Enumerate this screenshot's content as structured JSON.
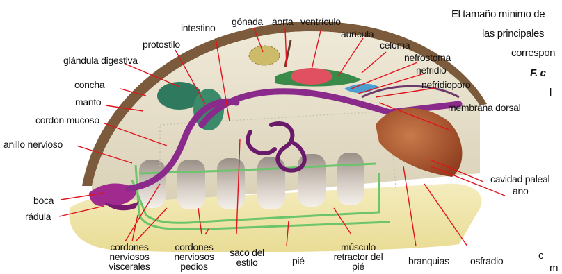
{
  "labels": {
    "intestino": "intestino",
    "gonada": "gónada",
    "aorta": "aorta",
    "ventriculo": "ventrículo",
    "auricula": "aurícula",
    "protostilo": "protostilo",
    "celoma": "celoma",
    "nefrostoma": "nefrostoma",
    "nefridio": "nefridio",
    "nefridioporo": "nefridioporo",
    "membrana_dorsal": "membrana dorsal",
    "glandula_digestiva": "glándula digestiva",
    "concha": "concha",
    "manto": "manto",
    "cordon_mucoso": "cordón mucoso",
    "anillo_nervioso": "anillo nervioso",
    "cavidad_paleal": "cavidad paleal",
    "ano": "ano",
    "boca": "boca",
    "radula": "rádula",
    "cordones_viscerales": [
      "cordones",
      "nerviosos",
      "viscerales"
    ],
    "cordones_pedios": [
      "cordones",
      "nerviosos",
      "pedios"
    ],
    "saco_estilo": [
      "saco del",
      "estilo"
    ],
    "pie": "pié",
    "musculo_retractor": [
      "músculo",
      "retractor del",
      "pié"
    ],
    "branquias": "branquias",
    "osfradio": "osfradio"
  },
  "text_fragments": {
    "line1": "El tamaño mínimo de",
    "line2": "las principales",
    "line3": "correspon",
    "line4": "F. c",
    "line5": "l",
    "line6": "c",
    "line7": "m"
  },
  "colors": {
    "shell": "#7a5a3a",
    "mantle": "#e7e0cc",
    "foot": "#f2e6a8",
    "gill": "#b55a2e",
    "gut": "#8a2a8a",
    "heart": "#e05060",
    "nerve": "#6cc46c",
    "leader": "#e0141e"
  }
}
